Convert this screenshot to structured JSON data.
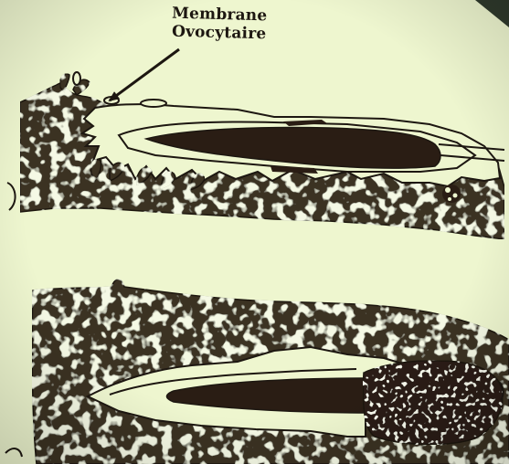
{
  "figure": {
    "annotation": {
      "line1": "Membrane",
      "line2": "Ovocytaire"
    },
    "colors": {
      "background": "#eef6cf",
      "tissue": "#3b3224",
      "ink": "#1d1711"
    },
    "panels": [
      {
        "name": "upper-panel",
        "content": "sperm head approaching oocyte membrane"
      },
      {
        "name": "lower-panel",
        "content": "sperm head engulfed in oocyte cytoplasm"
      }
    ]
  }
}
